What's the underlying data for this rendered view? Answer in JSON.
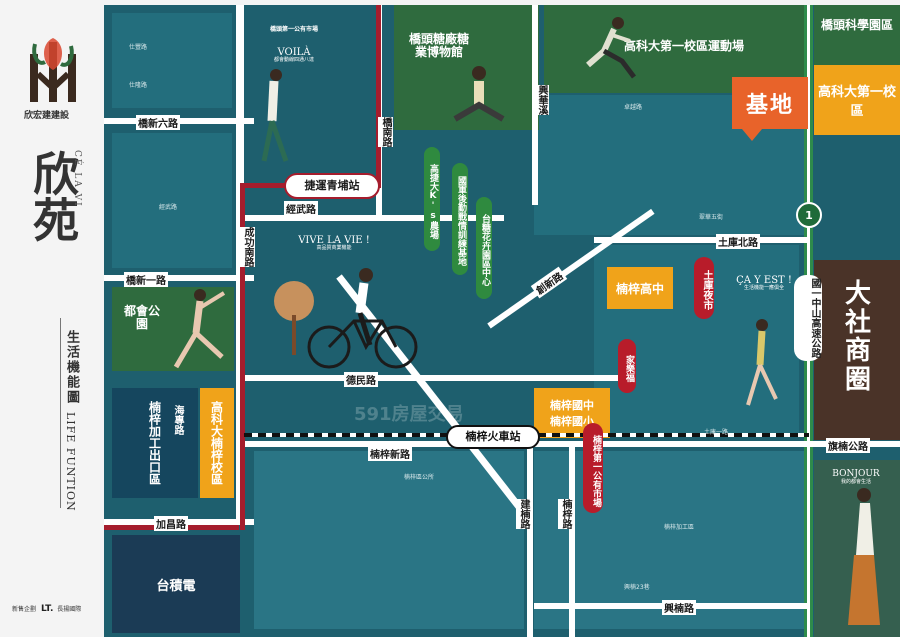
{
  "brand": {
    "company": "欣宏建建設",
    "project_cn": "欣苑",
    "project_fr": "CÉ LA VI",
    "map_title": "生活機能圖",
    "map_title_en": "LIFE FUNTION",
    "sales_agent": "新售企劃",
    "sales_logo": "LT.",
    "sales_name": "長揚國際"
  },
  "watermark": "591房屋交易",
  "site_badge": "基地",
  "districts": {
    "top_right": "橋頭科學園區",
    "kuas_first": "高科大第一校區",
    "kuas_stadium": "高科大第一校區運動場",
    "sugar_museum": "橋頭糖廠糖業博物館",
    "dashe": "大社商圈",
    "dushi_park": "都會公園",
    "nanzi_epz": "楠梓加工出口區",
    "kuas_nanzi": "高科大楠梓校區",
    "tsmc": "台積電",
    "nanzi_high": "楠梓高中",
    "nanzi_jhs": "楠梓國中",
    "nanzi_elem": "楠梓國小",
    "kuas_rail": "高捷大K's農場",
    "military": "國軍後勤戰情訓練基地",
    "flower_center": "台糖花卉園區中心"
  },
  "roads": {
    "qiaoxin6": "橋新六路",
    "qiaoxin1": "橋新一路",
    "qiaonan": "橋南路",
    "jingwu": "經武路",
    "chenggong": "成功南路",
    "demin": "德民路",
    "jiachang": "加昌路",
    "haizhuan": "海專路",
    "nanzixin": "楠梓新路",
    "jiannan": "建楠路",
    "nanzi": "楠梓路",
    "xingnan": "興楠路",
    "qinan": "旗楠公路",
    "tuku_north": "土庫北路",
    "chuangxin": "創新路",
    "freeway": "國一中山高速公路",
    "yongfu": "興華溪",
    "shiku": "土庫一路"
  },
  "stations": {
    "qingpu": "捷運青埔站",
    "nanzi_train": "楠梓火車站",
    "night_market": "土庫夜市",
    "carrefour": "家樂福",
    "nanzi_market": "楠梓第一公有市場",
    "gongyou": "橋頭第一公有市場"
  },
  "captions": {
    "voila": "VOILÀ",
    "voila_sub": "都會動線四通八達",
    "vivelavie": "VIVE LA VIE !",
    "vivelavie_sub": "高品質商業機能",
    "caest": "ÇA Y EST !",
    "caest_sub": "生活機能一應俱全",
    "bonjour": "BONJOUR",
    "bonjour_sub": "我的都會生活"
  },
  "freeway_marker": "1",
  "colors": {
    "map_bg": "#1e5f6e",
    "block": "#236e7d",
    "green": "#2f6b3e",
    "orange": "#f0a31a",
    "site": "#e8632a",
    "red": "#b81c2a",
    "metro": "#a51d2d"
  }
}
